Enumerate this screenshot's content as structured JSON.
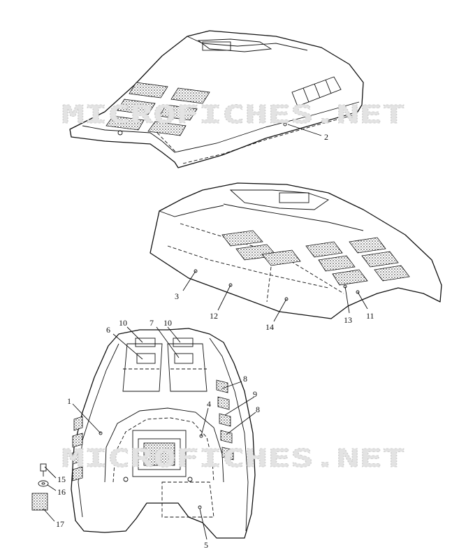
{
  "watermark": "MICROFICHES.NET",
  "callouts": [
    {
      "id": "c2",
      "label": "2"
    },
    {
      "id": "c3",
      "label": "3"
    },
    {
      "id": "c12",
      "label": "12"
    },
    {
      "id": "c14",
      "label": "14"
    },
    {
      "id": "c13",
      "label": "13"
    },
    {
      "id": "c11",
      "label": "11"
    },
    {
      "id": "c6",
      "label": "6"
    },
    {
      "id": "c10a",
      "label": "10"
    },
    {
      "id": "c7",
      "label": "7"
    },
    {
      "id": "c10b",
      "label": "10"
    },
    {
      "id": "c8a",
      "label": "8"
    },
    {
      "id": "c9",
      "label": "9"
    },
    {
      "id": "c8b",
      "label": "8"
    },
    {
      "id": "c1",
      "label": "1"
    },
    {
      "id": "c4",
      "label": "4"
    },
    {
      "id": "c15",
      "label": "15"
    },
    {
      "id": "c16",
      "label": "16"
    },
    {
      "id": "c17",
      "label": "17"
    },
    {
      "id": "c5",
      "label": "5"
    }
  ]
}
